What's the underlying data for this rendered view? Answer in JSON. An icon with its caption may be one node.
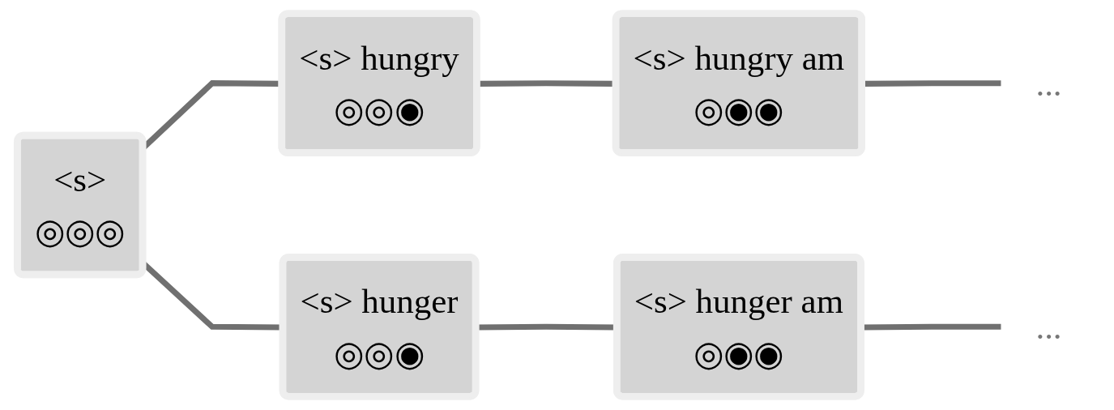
{
  "diagram": {
    "nodes": [
      {
        "text": [
          "<s>",
          "◎◎◎"
        ]
      },
      {
        "text": [
          "<s> hungry",
          "◎◎◉"
        ]
      },
      {
        "text": [
          "<s> hunger",
          "◎◎◉"
        ]
      },
      {
        "text": [
          "<s> hungry am",
          "◎◉◉"
        ]
      },
      {
        "text": [
          "<s> hunger am",
          "◎◉◉"
        ]
      },
      {
        "text": [
          "..."
        ]
      },
      {
        "text": [
          "..."
        ]
      }
    ],
    "edges": [
      {
        "from": 0,
        "to": 1,
        "arrow": "none"
      },
      {
        "from": 0,
        "to": 2,
        "arrow": "none"
      },
      {
        "from": 1,
        "to": 3,
        "arrow": "none"
      },
      {
        "from": 2,
        "to": 4,
        "arrow": "none"
      },
      {
        "from": 3,
        "to": 5,
        "arrow": "none"
      },
      {
        "from": 4,
        "to": 6,
        "arrow": "none"
      }
    ]
  }
}
